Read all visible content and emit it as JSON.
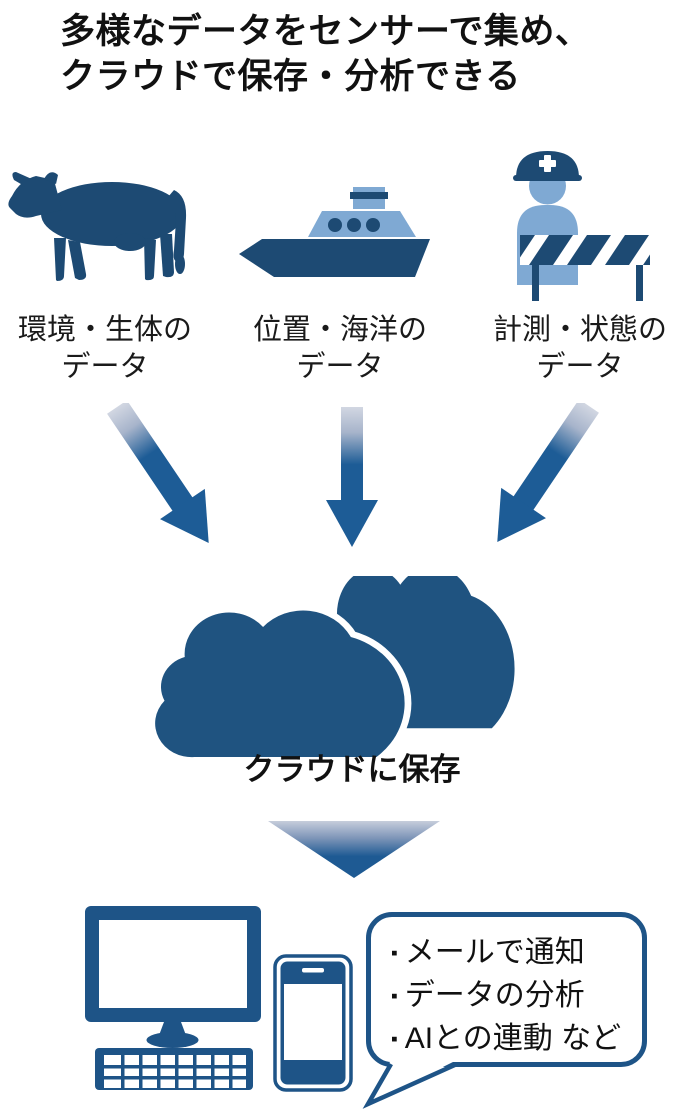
{
  "title": {
    "line1": "多様なデータをセンサーで集め、",
    "line2": "クラウドで保存・分析できる"
  },
  "sources": [
    {
      "icon": "cow-icon",
      "label_line1": "環境・生体の",
      "label_line2": "データ"
    },
    {
      "icon": "ship-icon",
      "label_line1": "位置・海洋の",
      "label_line2": "データ"
    },
    {
      "icon": "worker-icon",
      "label_line1": "計測・状態の",
      "label_line2": "データ"
    }
  ],
  "cloud": {
    "caption": "クラウドに保存"
  },
  "outputs": {
    "device_icons": [
      "monitor-icon",
      "keyboard-icon",
      "smartphone-icon"
    ],
    "bullets": [
      {
        "bullet": "▪",
        "text": "メールで通知"
      },
      {
        "bullet": "▪",
        "text": "データの分析"
      },
      {
        "bullet": "▪",
        "text": "AIとの連動 など"
      }
    ]
  },
  "colors": {
    "navy": "#1d4a73",
    "light_blue": "#7fa9d3",
    "cloud_blue": "#1f5380",
    "device_blue": "#1e5487",
    "arrow_blue": "#1d5c96",
    "arrow_fade_top": "#d2d7e2",
    "text": "#111111"
  }
}
